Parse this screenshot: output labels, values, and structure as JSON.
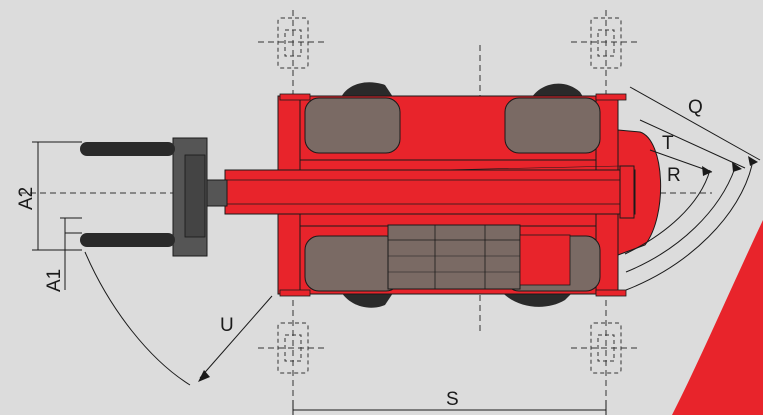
{
  "diagram": {
    "labels": {
      "q": "Q",
      "t": "T",
      "r": "R",
      "a2": "A2",
      "a1": "A1",
      "u": "U",
      "s": "S"
    },
    "colors": {
      "background": "#dcdcdc",
      "body_red": "#e8242b",
      "tire_gray": "#7a6a64",
      "fork_dark": "#2a2a2a",
      "carriage_gray": "#555555",
      "line": "#1a1a1a",
      "corner_accent": "#e8242b"
    }
  }
}
